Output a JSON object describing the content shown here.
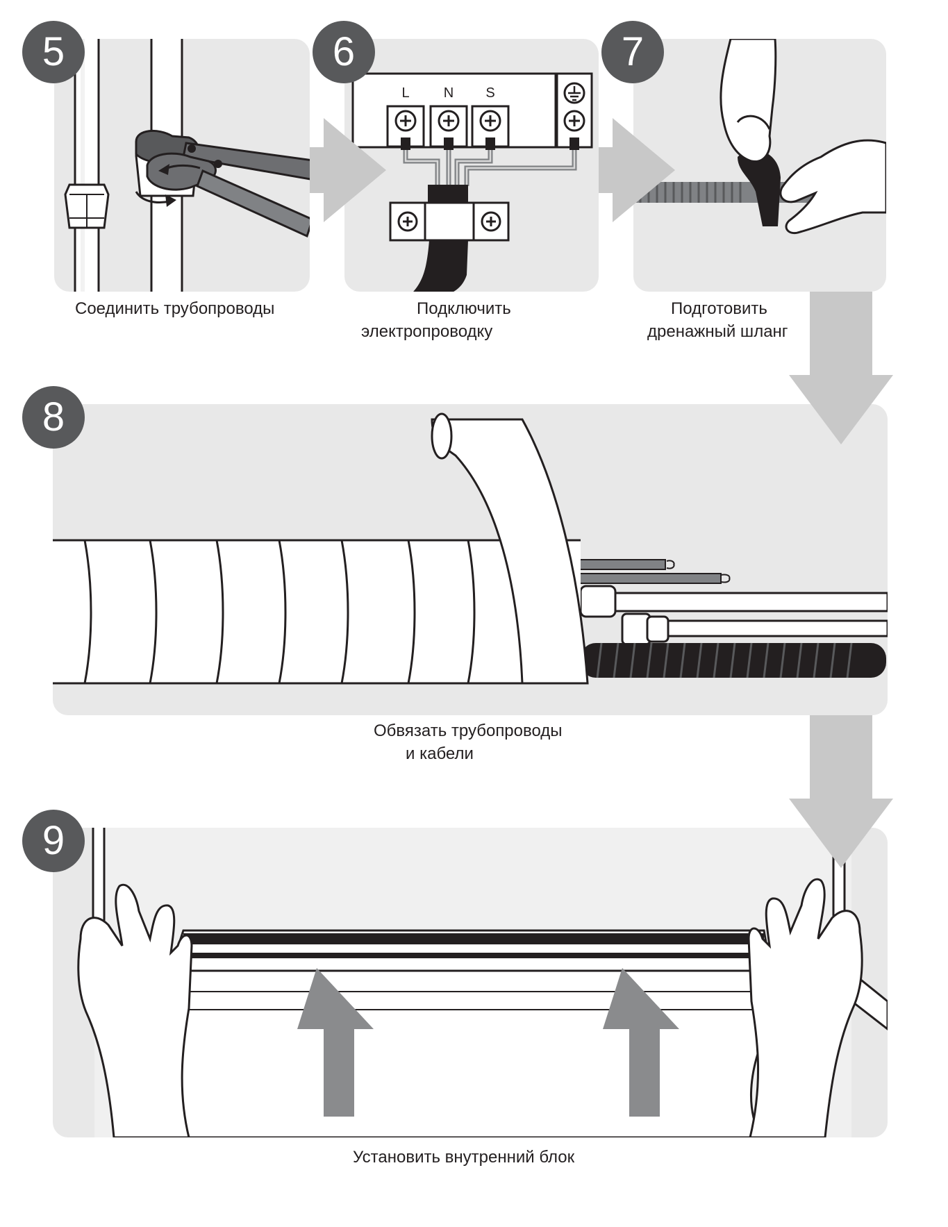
{
  "colors": {
    "panel_bg": "#e8e8e8",
    "badge_bg": "#58595b",
    "badge_text": "#ffffff",
    "flow_arrow": "#c8c8c8",
    "push_arrow": "#8a8b8d",
    "ink": "#231f20"
  },
  "steps": [
    {
      "number": "5",
      "caption": [
        "Соединить трубопроводы"
      ]
    },
    {
      "number": "6",
      "caption": [
        "Подключить",
        "электропроводку"
      ]
    },
    {
      "number": "7",
      "caption": [
        "Подготовить",
        "дренажный шланг"
      ]
    },
    {
      "number": "8",
      "caption": [
        "Обвязать трубопроводы",
        "и кабели"
      ]
    },
    {
      "number": "9",
      "caption": [
        "Установить внутренний блок"
      ]
    }
  ],
  "terminals": {
    "labels": [
      "L",
      "N",
      "S"
    ],
    "ground_icon": "ground-icon"
  },
  "icons": [
    "wrench-icon",
    "screw-terminal-icon",
    "ground-icon",
    "hand-icon",
    "flow-arrow-icon",
    "push-up-arrow-icon"
  ]
}
